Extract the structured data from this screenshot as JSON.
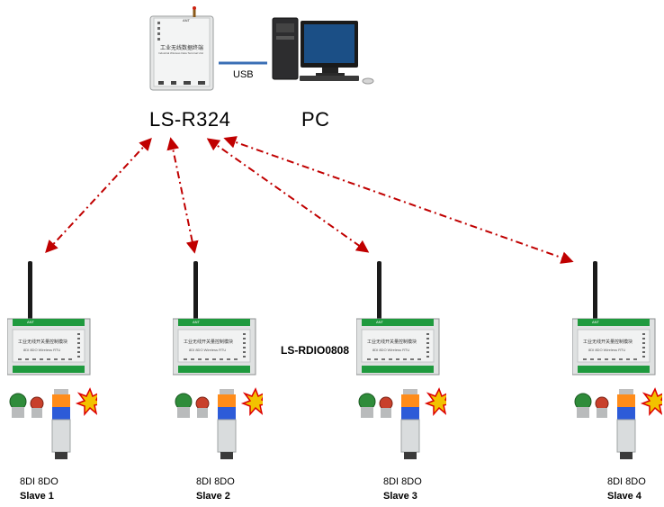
{
  "gateway": {
    "label": "LS-R324",
    "panel_text": "工业无线数据终端",
    "panel_subtext": "Industrial Wireless Data Terminal Unit",
    "ant_text": "ANT"
  },
  "pc": {
    "label": "PC"
  },
  "link": {
    "usb_label": "USB"
  },
  "module": {
    "model_label": "LS-RDIO0808",
    "panel_text": "工业无线开关量控制模块",
    "panel_subtext": "8DI 8DO Wireless RTU",
    "ant_text": "ANT"
  },
  "slaves": [
    {
      "io": "8DI 8DO",
      "name": "Slave 1"
    },
    {
      "io": "8DI 8DO",
      "name": "Slave 2"
    },
    {
      "io": "8DI 8DO",
      "name": "Slave 3"
    },
    {
      "io": "8DI 8DO",
      "name": "Slave 4"
    }
  ],
  "colors": {
    "link_line": "#c00000",
    "usb_line": "#3b6fb6",
    "enclosure": "#e4e6e6",
    "terminal_green": "#1f9a3e"
  }
}
